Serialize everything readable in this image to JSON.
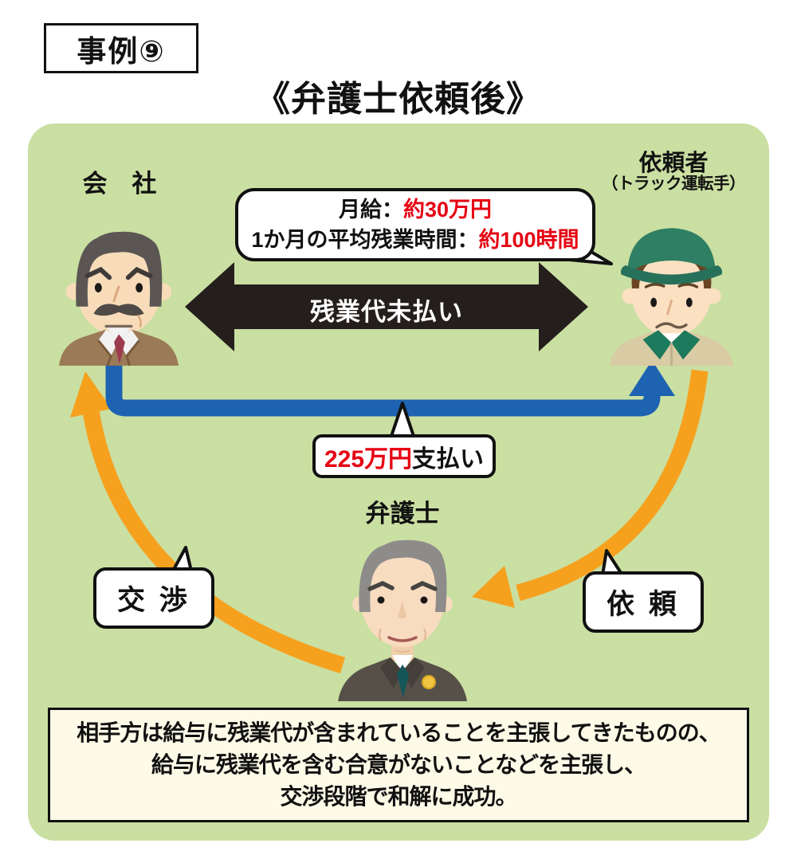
{
  "badge": {
    "label": "事例⑨"
  },
  "title": "《弁護士依頼後》",
  "panel": {
    "company_label": "会　社",
    "client_label": "依頼者",
    "client_sublabel": "（トラック運転手）",
    "lawyer_label": "弁護士",
    "info_bubble": {
      "line1_prefix": "月給：",
      "line1_value": "約30万円",
      "line2_prefix": "1か月の平均残業時間：",
      "line2_value": "約100時間"
    },
    "dispute_label": "残業代未払い",
    "payment_bubble": {
      "amount": "225万円",
      "suffix": "支払い"
    },
    "negotiation_label": "交 渉",
    "request_label": "依 頼"
  },
  "summary": {
    "line1": "相手方は給与に残業代が含まれていることを主張してきたものの、",
    "line2": "給与に残業代を含む合意がないことなどを主張し、",
    "line3": "交渉段階で和解に成功。"
  },
  "colors": {
    "panel_green": "#cadfa2",
    "arrow_black": "#241f1c",
    "arrow_blue": "#1d63b1",
    "arrow_orange": "#f6a11e",
    "highlight_red": "#e60012",
    "summary_bg": "#fdfbe7"
  }
}
